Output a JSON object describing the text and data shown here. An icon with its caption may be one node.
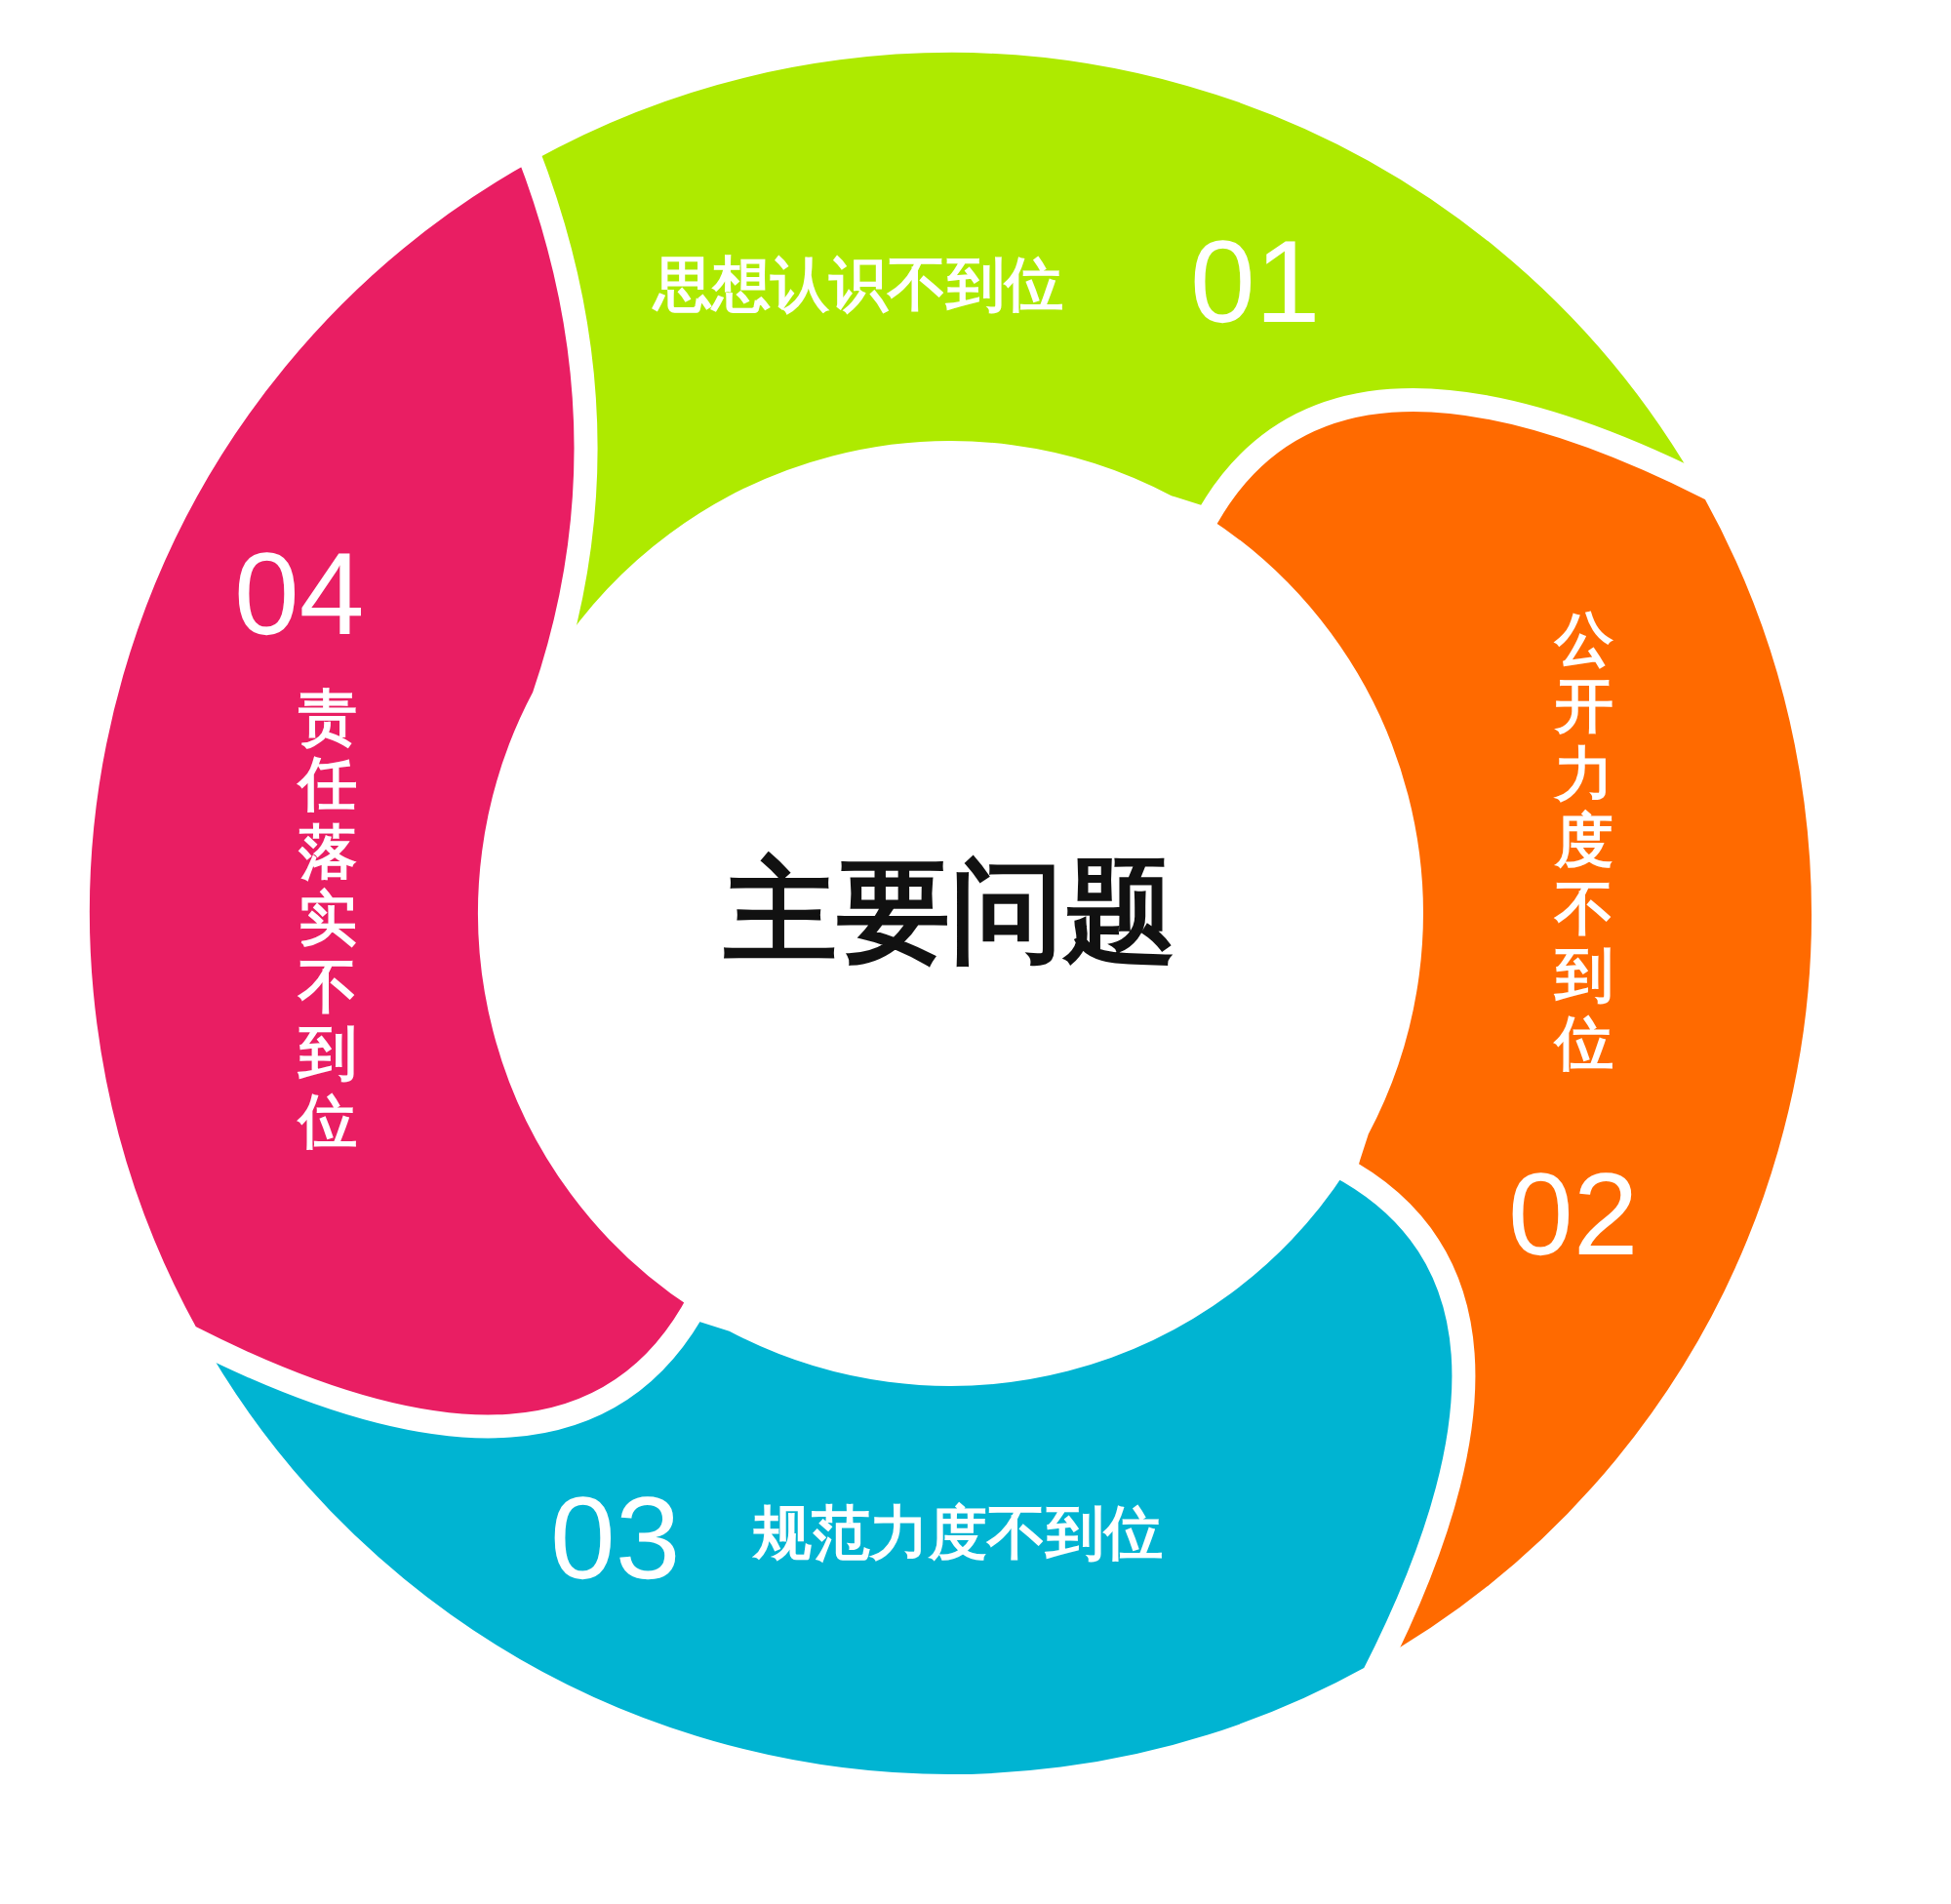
{
  "diagram": {
    "nodes": [
      {
        "text": [
          "主要问题"
        ]
      },
      {
        "text": [
          "思想认识不到位",
          "01"
        ]
      },
      {
        "text": [
          "公开力度不到位",
          "02"
        ]
      },
      {
        "text": [
          "03",
          "规范力度不到位"
        ]
      },
      {
        "text": [
          "04",
          "责任落实不到位"
        ]
      }
    ]
  }
}
